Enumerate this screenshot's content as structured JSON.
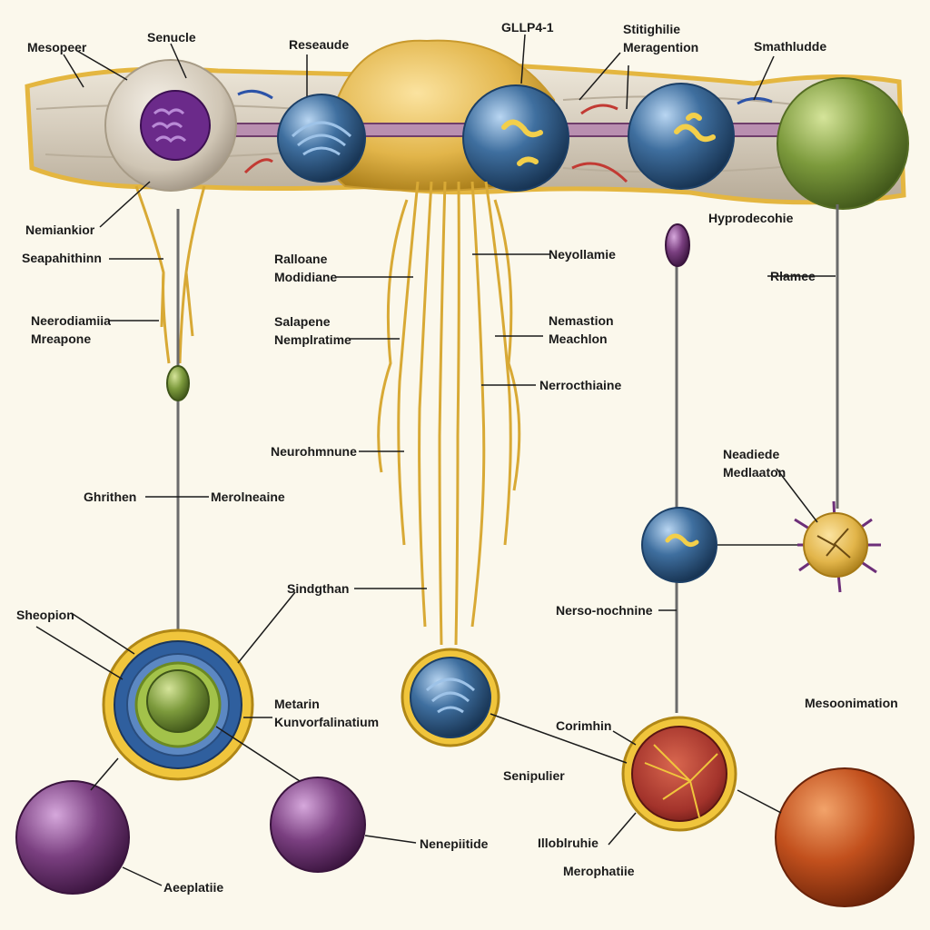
{
  "labels": {
    "mesopeer": "Mesopeer",
    "senucle": "Senucle",
    "reseaude": "Reseaude",
    "glp1": "GLLP4-1",
    "stitighe_1": "Stitighilie",
    "stitighe_2": "Meragention",
    "smathlude": "Smathludde",
    "hygrodecohe": "Hyprodecohie",
    "nemiankor": "Nemiankior",
    "seapathifuinn": "Seapahithinn",
    "ralloane_1": "Ralloane",
    "ralloane_2": "Modidiane",
    "neyollamie": "Neyollamie",
    "rlamee": "Rlamee",
    "neurodiamia_1": "Neerodiamiia",
    "neurodiamia_2": "Mreapone",
    "salapene_1": "Salapene",
    "salapene_2": "Nemplratime",
    "nemastion_1": "Nemastion",
    "nemastion_2": "Meachlon",
    "nerrocthine": "Nerrocthiaine",
    "neurohmnune": "Neurohmnune",
    "neadiede_1": "Neadiede",
    "neadiede_2": "Medlaaton",
    "ghrithen": "Ghrithen",
    "merolneaine": "Merolneaine",
    "sindgthan": "Sindgthan",
    "nerso": "Nerso-nochnine",
    "sheopion": "Sheopion",
    "metarin_1": "Metarin",
    "metarin_2": "Kunvorfalinatium",
    "mesoonimation": "Mesoonimation",
    "corimhin": "Corimhin",
    "senipulier": "Senipulier",
    "nenepiitide": "Nenepiitide",
    "illobluhie": "Illoblruhie",
    "aeeplatiie": "Aeeplatiie",
    "merophatiie": "Merophatiie"
  },
  "colors": {
    "background": "#fbf8ec",
    "gold": "#e2b54a",
    "blue_cell": "#3f6f9f",
    "green_cell": "#7c9a3c",
    "purple_cell": "#7a3f80",
    "orange_cell": "#c2501d",
    "red_cell": "#a3332b"
  }
}
